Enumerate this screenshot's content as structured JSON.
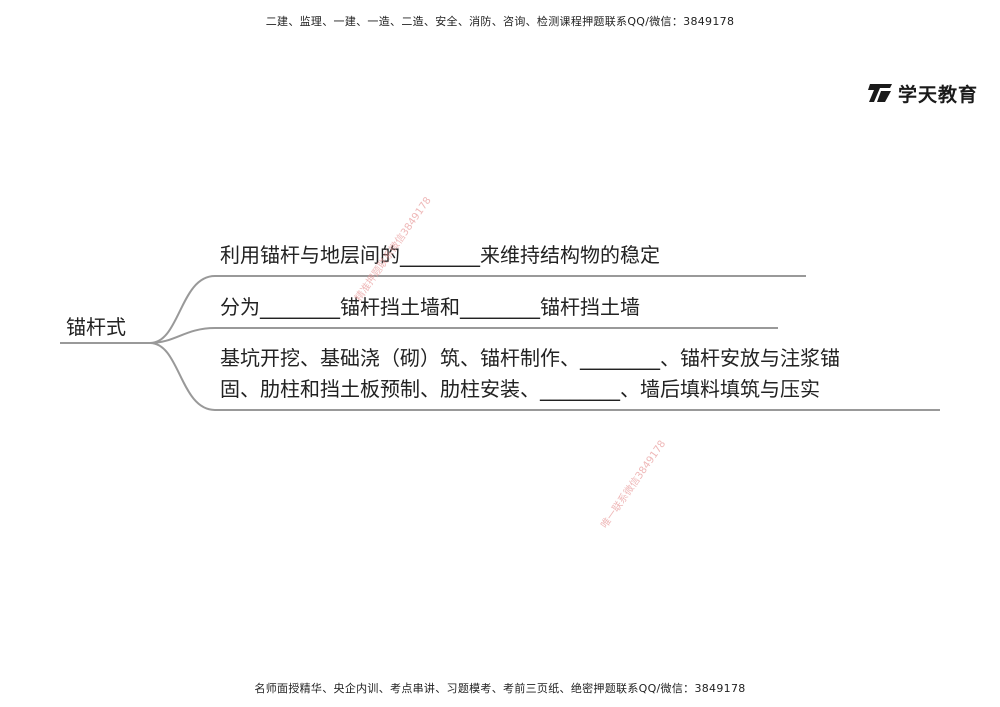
{
  "header_note": "二建、监理、一建、一造、二造、安全、消防、咨询、检测课程押题联系QQ/微信：3849178",
  "footer_note": "名师面授精华、央企内训、考点串讲、习题模考、考前三页纸、绝密押题联系QQ/微信：3849178",
  "logo": {
    "text": "学天教育",
    "icon": "xuetian-logo-icon"
  },
  "mindmap": {
    "root": "锚杆式",
    "branches": [
      {
        "line1": "利用锚杆与地层间的________来维持结构物的稳定"
      },
      {
        "line1": "分为________锚杆挡土墙和________锚杆挡土墙"
      },
      {
        "line1": "基坑开挖、基础浇（砌）筑、锚杆制作、________、锚杆安放与注浆锚",
        "line2": "固、肋柱和挡土板预制、肋柱安装、________、墙后填料填筑与压实"
      }
    ]
  },
  "watermarks": [
    "精准押题联系微信3849178",
    "唯一联系微信3849178"
  ],
  "colors": {
    "line": "#999999",
    "text": "#222222",
    "watermark": "#e89a9a"
  }
}
